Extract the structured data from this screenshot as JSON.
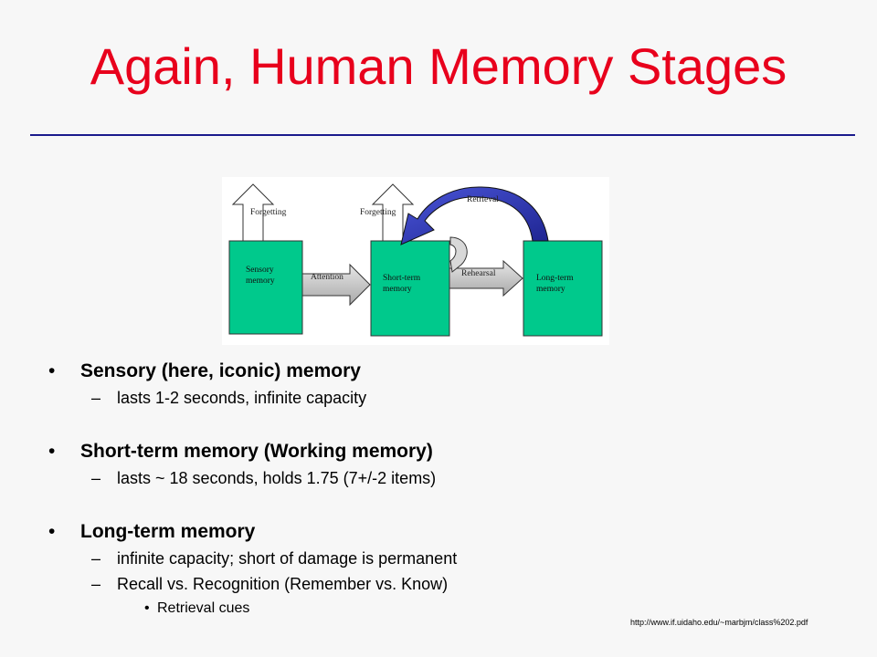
{
  "title": "Again, Human Memory Stages",
  "diagram": {
    "boxes": {
      "sensory": "Sensory\nmemory",
      "short_term": "Short-term\nmemory",
      "long_term": "Long-term\nmemory"
    },
    "labels": {
      "forgetting_1": "Forgetting",
      "forgetting_2": "Forgetting",
      "attention": "Attention",
      "rehearsal": "Rehearsal",
      "retrieval": "Retrieval"
    },
    "colors": {
      "box_fill": "#00c98c",
      "arrow_fill": "#c8c8c8",
      "retrieval_arrow": "#2a32b4"
    }
  },
  "bullets": [
    {
      "text": "Sensory (here, iconic) memory",
      "subs": [
        {
          "text": "lasts 1-2 seconds, infinite capacity",
          "subs": []
        }
      ]
    },
    {
      "text": "Short-term memory (Working memory)",
      "subs": [
        {
          "text": "lasts ~ 18 seconds, holds 1.75 (7+/-2 items)",
          "subs": []
        }
      ]
    },
    {
      "text": "Long-term memory",
      "subs": [
        {
          "text": "infinite capacity; short of damage is permanent",
          "subs": []
        },
        {
          "text": "Recall vs. Recognition (Remember vs. Know)",
          "subs": [
            "Retrieval cues"
          ]
        }
      ]
    }
  ],
  "bullet_glyph": "•",
  "dash_glyph": "–",
  "source_url": "http://www.if.uidaho.edu/~marbjm/class%202.pdf"
}
